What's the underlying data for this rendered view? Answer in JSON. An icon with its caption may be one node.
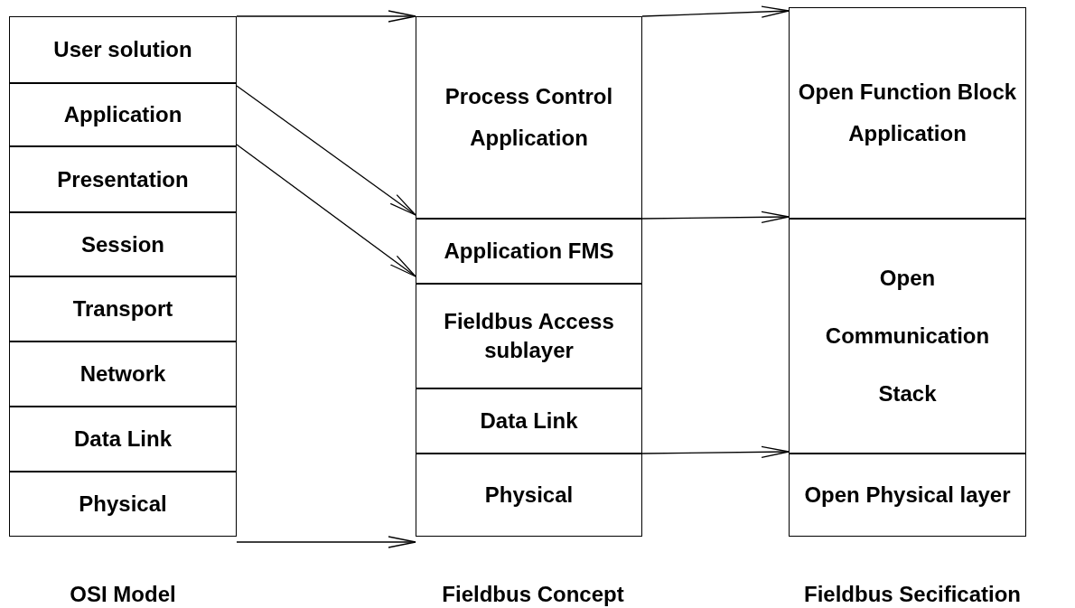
{
  "diagram": {
    "nodes": [
      {
        "text": [
          "User solution"
        ]
      },
      {
        "text": [
          "Application"
        ]
      },
      {
        "text": [
          "Presentation"
        ]
      },
      {
        "text": [
          "Session"
        ]
      },
      {
        "text": [
          "Transport"
        ]
      },
      {
        "text": [
          "Network"
        ]
      },
      {
        "text": [
          "Data Link"
        ]
      },
      {
        "text": [
          "Physical"
        ]
      },
      {
        "text": [
          "Process Control Application"
        ]
      },
      {
        "text": [
          "Application FMS"
        ]
      },
      {
        "text": [
          "Fieldbus Access sublayer"
        ]
      },
      {
        "text": [
          "Data Link"
        ]
      },
      {
        "text": [
          "Physical"
        ]
      },
      {
        "text": [
          "Open Function Block Application"
        ]
      },
      {
        "text": [
          "Open Communication Stack"
        ]
      },
      {
        "text": [
          "Open Physical layer"
        ]
      }
    ],
    "edges": [
      {
        "from": 0,
        "to": 8,
        "arrow": "to"
      },
      {
        "from": 1,
        "to": 8,
        "arrow": "to"
      },
      {
        "from": 2,
        "to": 9,
        "arrow": "to"
      },
      {
        "from": 7,
        "to": 12,
        "arrow": "to"
      },
      {
        "from": 8,
        "to": 13,
        "arrow": "to"
      },
      {
        "from": 9,
        "to": 14,
        "arrow": "to"
      },
      {
        "from": 12,
        "to": 15,
        "arrow": "to"
      }
    ],
    "labels": [
      "OSI Model",
      "Fieldbus Concept",
      "Fieldbus Secification"
    ]
  }
}
